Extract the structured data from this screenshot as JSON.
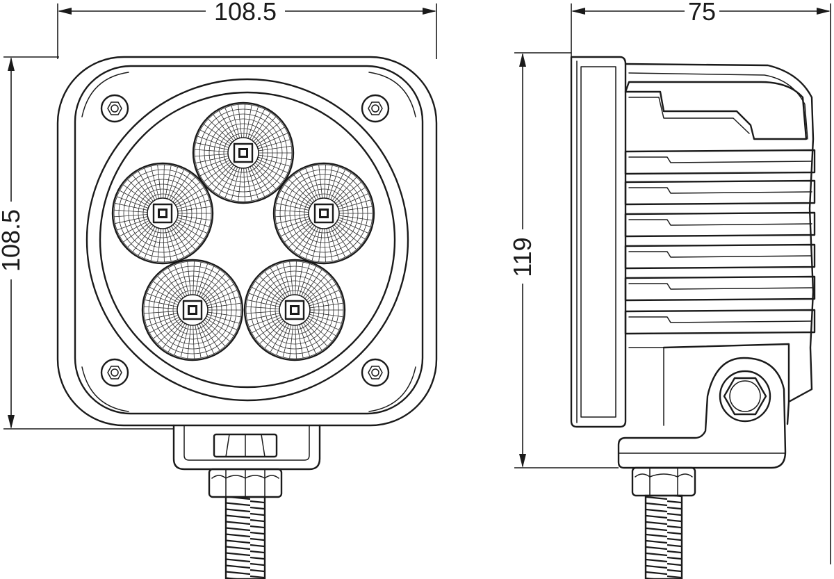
{
  "dimensions": {
    "front_width": "108.5",
    "front_height": "108.5",
    "side_depth": "75",
    "side_height": "119"
  },
  "views": {
    "front": {
      "led_count": 5
    },
    "side": {
      "fin_count": 6
    }
  },
  "colors": {
    "line": "#1a1a1a",
    "background": "#ffffff"
  }
}
